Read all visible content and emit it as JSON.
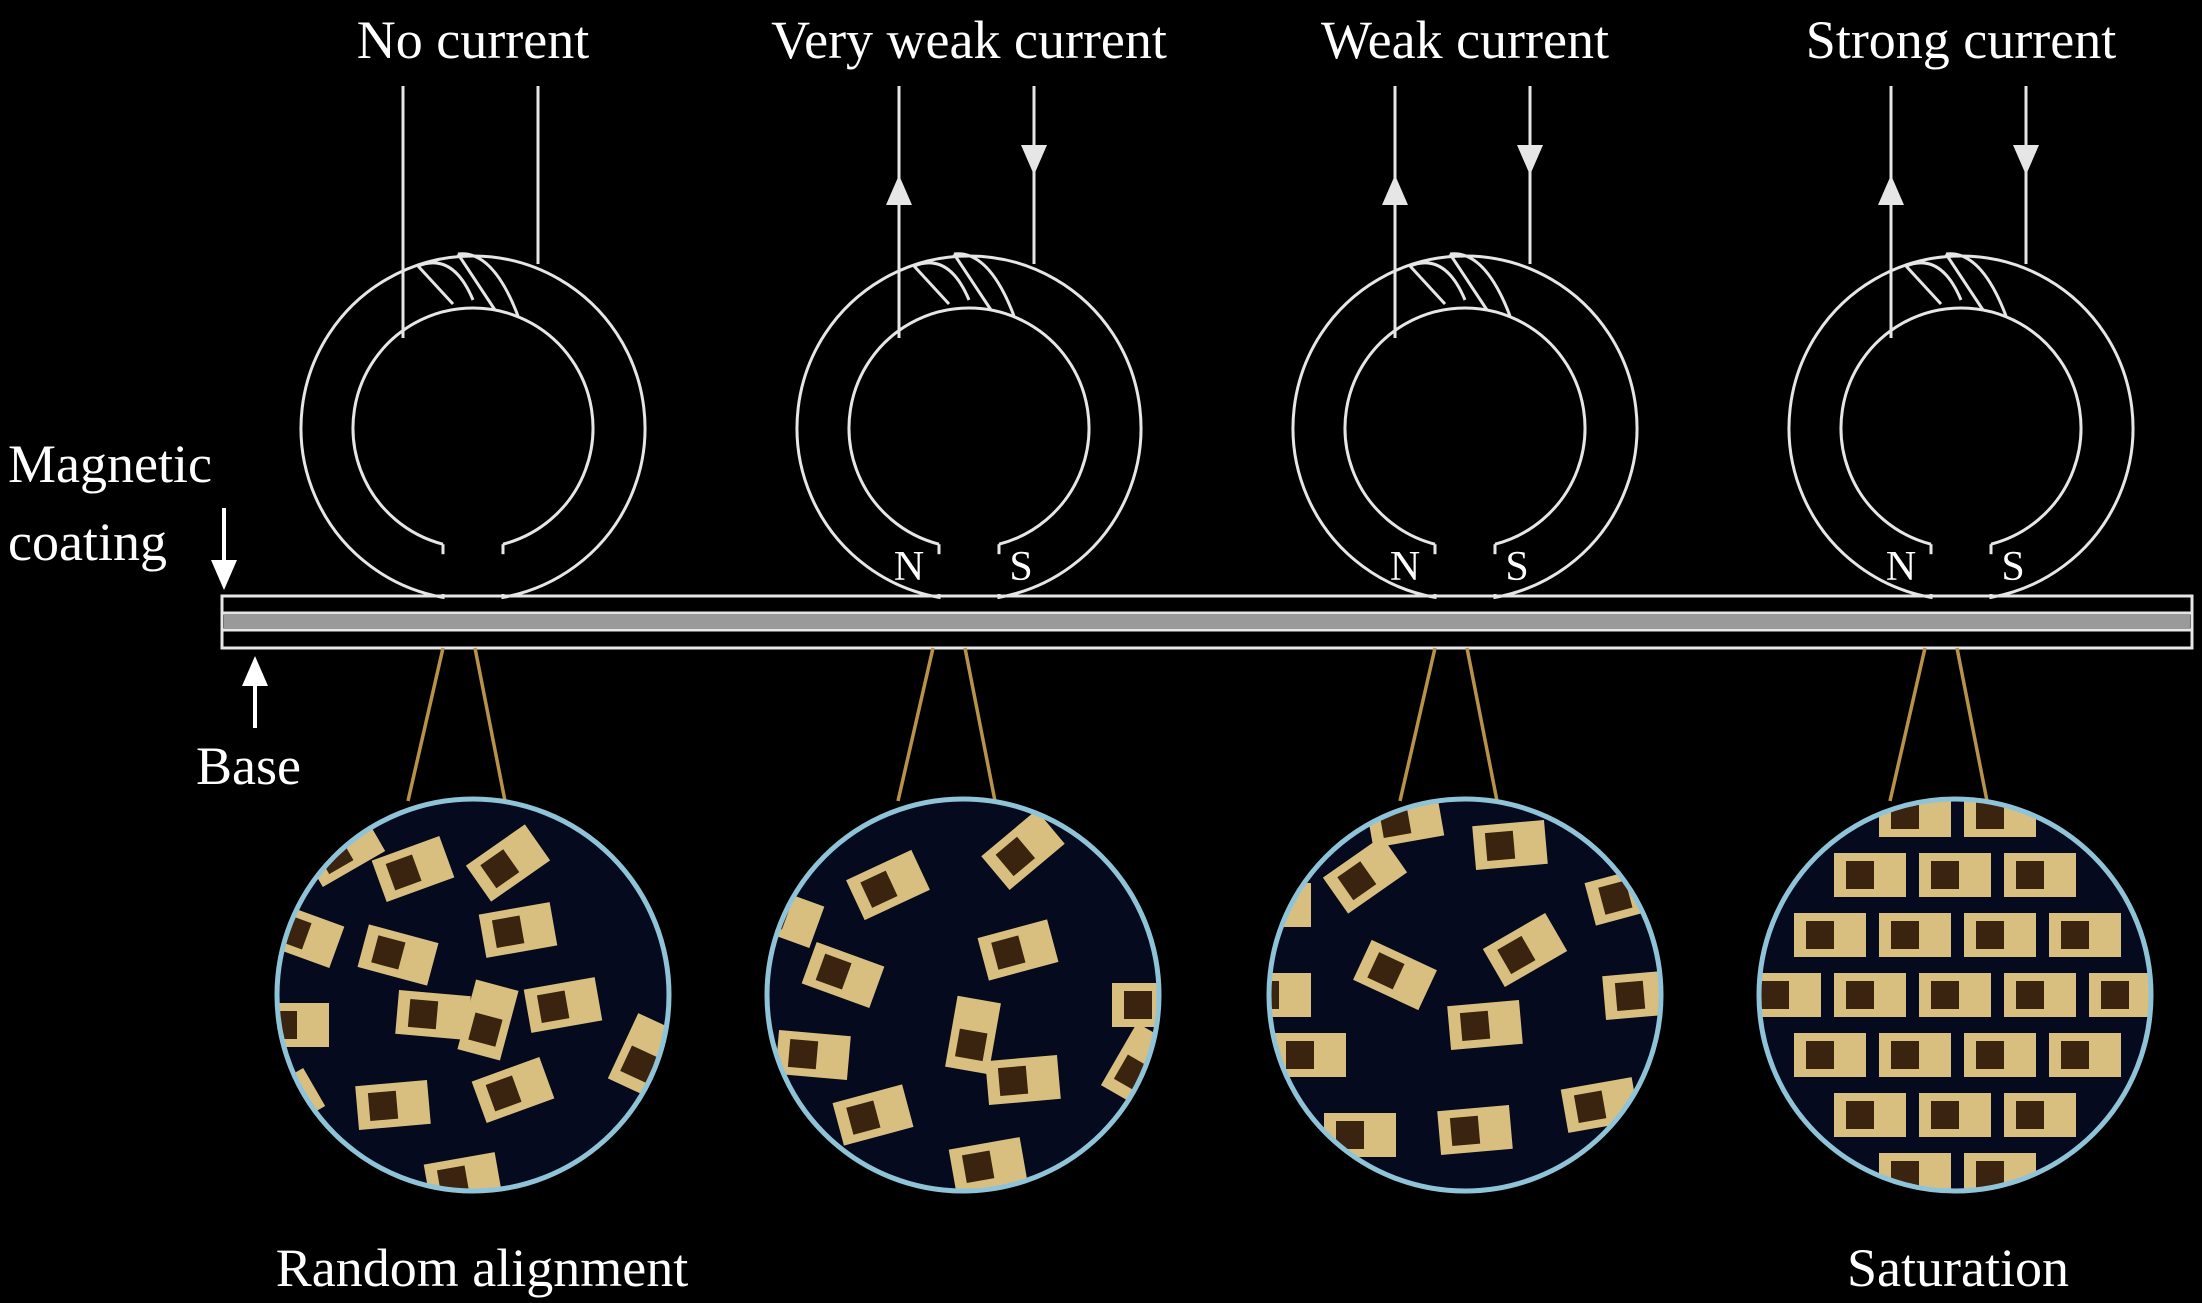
{
  "heads": [
    {
      "label": "No current",
      "north": "",
      "south": "",
      "arrows": false,
      "pattern": "random"
    },
    {
      "label": "Very weak current",
      "north": "N",
      "south": "S",
      "arrows": true,
      "pattern": "weak1"
    },
    {
      "label": "Weak current",
      "north": "N",
      "south": "S",
      "arrows": true,
      "pattern": "weak2"
    },
    {
      "label": "Strong current",
      "north": "N",
      "south": "S",
      "arrows": true,
      "pattern": "saturated"
    }
  ],
  "tape": {
    "coating_label_line1": "Magnetic",
    "coating_label_line2": "coating",
    "base_label": "Base"
  },
  "captions": {
    "first": "Random alignment",
    "last": "Saturation"
  },
  "colors": {
    "background": "#000000",
    "wire": "#e6e6e6",
    "particle": "#d9bf7f",
    "particle_core": "#3a2410",
    "circle_fill": "#050a1f",
    "circle_border": "#8fc4d8",
    "lead": "#b8924a"
  }
}
